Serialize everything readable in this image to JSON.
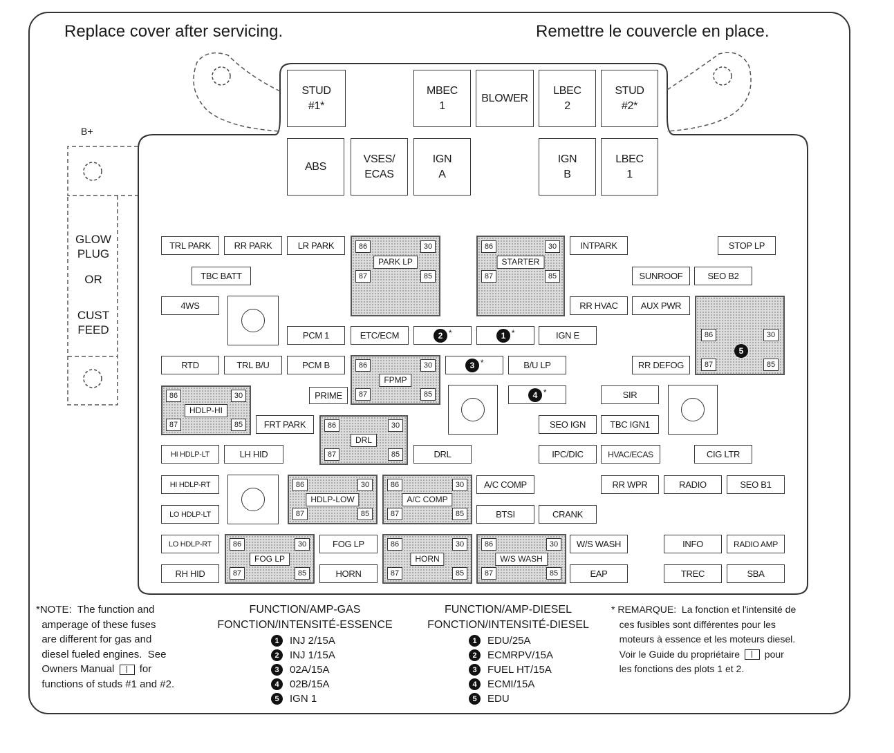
{
  "header": {
    "left": "Replace cover after servicing.",
    "right": "Remettre le couvercle en place."
  },
  "side": {
    "b_plus": "B+",
    "glow_plug": "GLOW\nPLUG",
    "or": "OR",
    "cust_feed": "CUST\nFEED"
  },
  "top_fuses": {
    "stud1": "STUD\n#1*",
    "mbec1": "MBEC\n1",
    "blower": "BLOWER",
    "lbec2": "LBEC\n2",
    "stud2": "STUD\n#2*",
    "abs": "ABS",
    "vses": "VSES/\nECAS",
    "ign_a": "IGN\nA",
    "ign_b": "IGN\nB",
    "lbec1": "LBEC\n1"
  },
  "fuses": {
    "trl_park": "TRL PARK",
    "rr_park": "RR PARK",
    "lr_park": "LR PARK",
    "tbc_batt": "TBC BATT",
    "fws": "4WS",
    "pcm1": "PCM 1",
    "etc_ecm": "ETC/ECM",
    "rtd": "RTD",
    "trl_bu": "TRL B/U",
    "pcm_b": "PCM B",
    "prime": "PRIME",
    "frt_park": "FRT PARK",
    "hi_hdlp_lt": "HI HDLP-LT",
    "lh_hid": "LH HID",
    "drl_fuse": "DRL",
    "hi_hdlp_rt": "HI HDLP-RT",
    "lo_hdlp_lt": "LO HDLP-LT",
    "lo_hdlp_rt": "LO HDLP-RT",
    "rh_hid": "RH HID",
    "fog_lp_fuse": "FOG LP",
    "horn_fuse": "HORN",
    "ac_comp_fuse": "A/C COMP",
    "bts": "BTSI",
    "crank": "CRANK",
    "ws_wash_fuse": "W/S WASH",
    "eap": "EAP",
    "intpark": "INTPARK",
    "stop_lp": "STOP LP",
    "sunroof": "SUNROOF",
    "seo_b2": "SEO B2",
    "rr_hvac": "RR HVAC",
    "aux_pwr": "AUX PWR",
    "ign_e": "IGN E",
    "bu_lp": "B/U LP",
    "rr_defog": "RR DEFOG",
    "sir": "SIR",
    "seo_ign": "SEO IGN",
    "tbc_ign1": "TBC IGN1",
    "ipc_dic": "IPC/DIC",
    "hvac_ecas": "HVAC/ECAS",
    "cig_ltr": "CIG LTR",
    "rr_wpr": "RR WPR",
    "radio": "RADIO",
    "seo_b1": "SEO B1",
    "info": "INFO",
    "radio_amp": "RADIO AMP",
    "trec": "TREC",
    "sba": "SBA"
  },
  "relays": {
    "park_lp": "PARK LP",
    "starter": "STARTER",
    "fpmp": "FPMP",
    "hdlp_hi": "HDLP-HI",
    "drl": "DRL",
    "hdlp_low": "HDLP-LOW",
    "ac_comp": "A/C COMP",
    "fog_lp": "FOG LP",
    "horn": "HORN",
    "ws_wash": "W/S WASH"
  },
  "pins": {
    "p86": "86",
    "p30": "30",
    "p87": "87",
    "p85": "85"
  },
  "stud_numbers": {
    "n1": "1",
    "n2": "2",
    "n3": "3",
    "n4": "4",
    "n5": "5",
    "star": "*"
  },
  "legend": {
    "note_en": "*NOTE:  The function and\n  amperage of these fuses\n  are different for gas and\n  diesel fueled engines.  See\n  Owners Manual",
    "note_en_tail": "for\n  functions of studs #1 and #2.",
    "gas_title": "FUNCTION/AMP-GAS\nFONCTION/INTENSITÉ-ESSENCE",
    "gas_items": [
      "INJ 2/15A",
      "INJ 1/15A",
      "02A/15A",
      "02B/15A",
      "IGN 1"
    ],
    "diesel_title": "FUNCTION/AMP-DIESEL\nFONCTION/INTENSITÉ-DIESEL",
    "diesel_items": [
      "EDU/25A",
      "ECMRPV/15A",
      "FUEL HT/15A",
      "ECMI/15A",
      "EDU"
    ],
    "note_fr_1": "* REMARQUE:  La fonction et l'intensité de\n   ces fusibles sont différentes pour les\n   moteurs à essence et les moteurs diesel.\n   Voir le Guide du propriétaire",
    "note_fr_2": "pour\n   les fonctions des plots 1 et 2."
  }
}
